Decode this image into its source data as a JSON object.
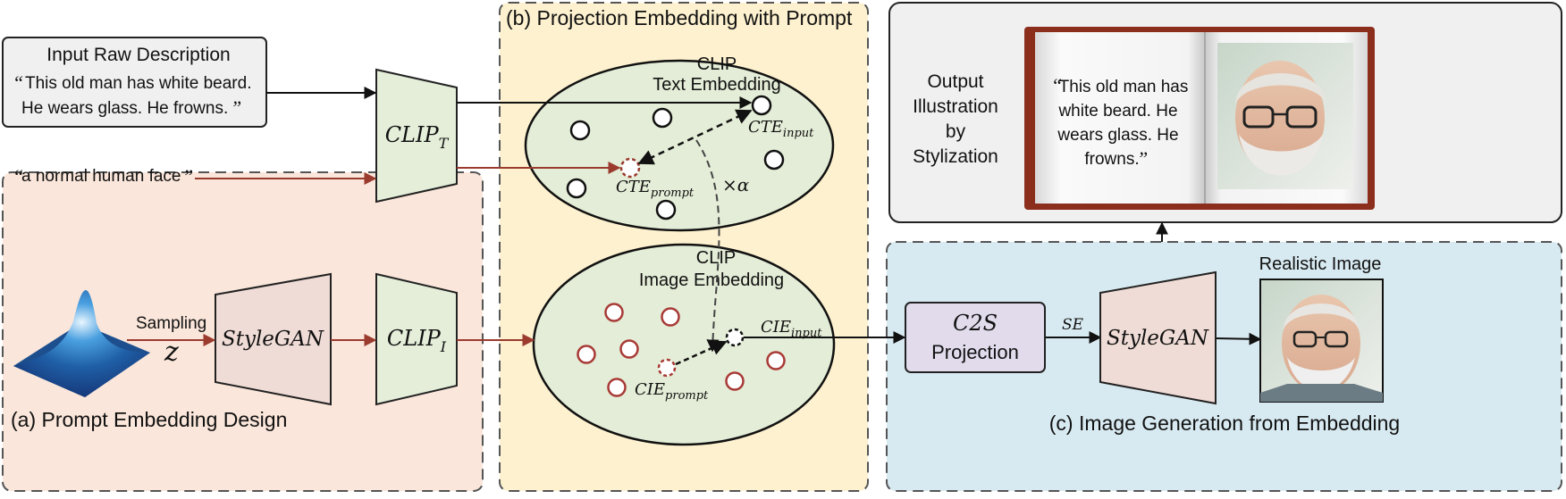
{
  "panels": {
    "a_title": "(a) Prompt Embedding Design",
    "b_title": "(b) Projection Embedding with Prompt",
    "c_title": "(c) Image Generation from Embedding"
  },
  "input_box": {
    "title": "Input Raw Description",
    "line1": "This old man has white beard.",
    "line2": "He wears glass. He frowns."
  },
  "prompt_text": "a normal human face",
  "sampling": {
    "label": "Sampling",
    "var": "z"
  },
  "blocks": {
    "clip_t": {
      "base": "CLIP",
      "sub": "T"
    },
    "clip_i": {
      "base": "CLIP",
      "sub": "I"
    },
    "stylegan_left": "StyleGAN",
    "stylegan_right": "StyleGAN",
    "c2s_top": "C2S",
    "c2s_bottom": "Projection"
  },
  "text_embedding": {
    "title1": "CLIP",
    "title2": "Text Embedding",
    "cte_input": {
      "base": "CTE",
      "sub": "input"
    },
    "cte_prompt": {
      "base": "CTE",
      "sub": "prompt"
    }
  },
  "image_embedding": {
    "title1": "CLIP",
    "title2": "Image Embedding",
    "cie_input": {
      "base": "CIE",
      "sub": "input"
    },
    "cie_prompt": {
      "base": "CIE",
      "sub": "prompt"
    }
  },
  "alpha_label": "×α",
  "se_label": "SE",
  "realistic_label": "Realistic Image",
  "output": {
    "line1": "Output",
    "line2": "Illustration",
    "line3": "by",
    "line4": "Stylization"
  },
  "book_text": {
    "line1": "This old man has",
    "line2": "white beard. He",
    "line3": "wears glass. He",
    "line4": "frowns."
  },
  "colors": {
    "panel_a_fill": "#fae6da",
    "panel_b_fill": "#fdf1cf",
    "panel_c_fill": "#d8eaf1",
    "output_fill": "#f0f0f0",
    "clip_fill": "#e4eed9",
    "stylegan_fill": "#f0dcd6",
    "c2s_fill": "#e1dbec",
    "ellipse_fill": "#e4edd7",
    "red_arrow": "#9a3b2e",
    "red_circle": "#a83a36",
    "dark": "#111111"
  }
}
